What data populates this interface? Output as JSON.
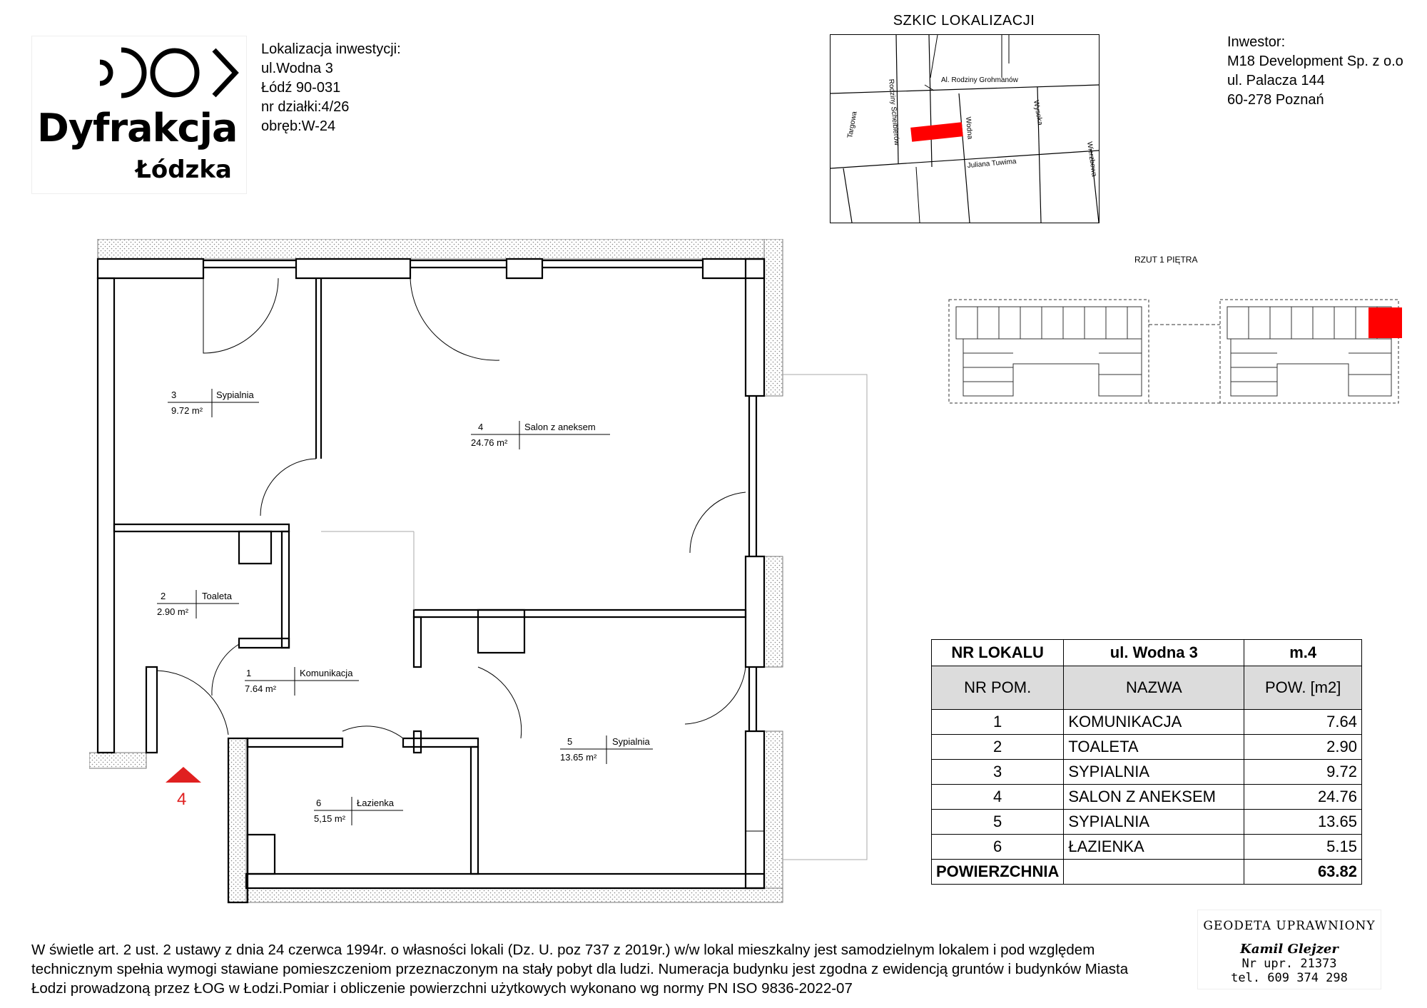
{
  "logo": {
    "title": "Dyfrakcja",
    "subtitle": "Łódzka"
  },
  "location": {
    "heading": "Lokalizacja inwestycji:",
    "lines": [
      "ul.Wodna 3",
      "Łódź 90-031",
      "nr działki:4/26",
      "obręb:W-24"
    ]
  },
  "investor": {
    "heading": "Inwestor:",
    "lines": [
      "M18 Development Sp. z o.o",
      "ul. Palacza 144",
      "60-278 Poznań"
    ]
  },
  "map": {
    "title": "SZKIC LOKALIZACJI",
    "streets": {
      "grohmanow": "Al. Rodziny Grohmanów",
      "scheiblerow": "Rodziny Scheiblerów",
      "wodna": "Wodna",
      "wysoka": "Wysoka",
      "targowa": "Targowa",
      "tuwima": "Juliana Tuwima",
      "wierzbowa": "Wierzbowa"
    },
    "marker_color": "#ff0000"
  },
  "floor_key": {
    "title": "RZUT 1 PIĘTRA"
  },
  "rooms": [
    {
      "no": "3",
      "name": "Sypialnia",
      "area": "9.72 m²"
    },
    {
      "no": "4",
      "name": "Salon z aneksem",
      "area": "24.76 m²"
    },
    {
      "no": "2",
      "name": "Toaleta",
      "area": "2.90 m²"
    },
    {
      "no": "1",
      "name": "Komunikacja",
      "area": "7.64 m²"
    },
    {
      "no": "5",
      "name": "Sypialnia",
      "area": "13.65 m²"
    },
    {
      "no": "6",
      "name": "Łazienka",
      "area": "5,15 m²"
    }
  ],
  "entrance": {
    "label": "4",
    "color": "#e02020"
  },
  "table": {
    "header1": [
      "NR LOKALU",
      "ul. Wodna 3",
      "m.4"
    ],
    "header2": [
      "NR POM.",
      "NAZWA",
      "POW. [m2]"
    ],
    "rows": [
      [
        "1",
        "KOMUNIKACJA",
        "7.64"
      ],
      [
        "2",
        "TOALETA",
        "2.90"
      ],
      [
        "3",
        "SYPIALNIA",
        "9.72"
      ],
      [
        "4",
        "SALON Z ANEKSEM",
        "24.76"
      ],
      [
        "5",
        "SYPIALNIA",
        "13.65"
      ],
      [
        "6",
        "ŁAZIENKA",
        "5.15"
      ]
    ],
    "total": [
      "POWIERZCHNIA",
      "",
      "63.82"
    ]
  },
  "footer": {
    "lines": [
      "W świetle art. 2 ust. 2 ustawy z dnia 24 czerwca 1994r. o własności lokali (Dz. U. poz 737 z 2019r.) w/w lokal mieszkalny  jest samodzielnym lokalem i pod względem",
      "technicznym spełnia wymogi stawiane pomieszczeniom przeznaczonym na  stały pobyt  dla ludzi.  Numeracja budynku jest zgodna z ewidencją gruntów i budynków Miasta",
      "Łodzi prowadzoną przez ŁOG w Łodzi.Pomiar i obliczenie powierzchni użytkowych wykonano wg normy PN ISO 9836-2022-07"
    ]
  },
  "stamp": {
    "title": "GEODETA UPRAWNIONY",
    "name": "Kamil Glejzer",
    "license": "Nr upr. 21373",
    "phone": "tel. 609 374 298"
  }
}
